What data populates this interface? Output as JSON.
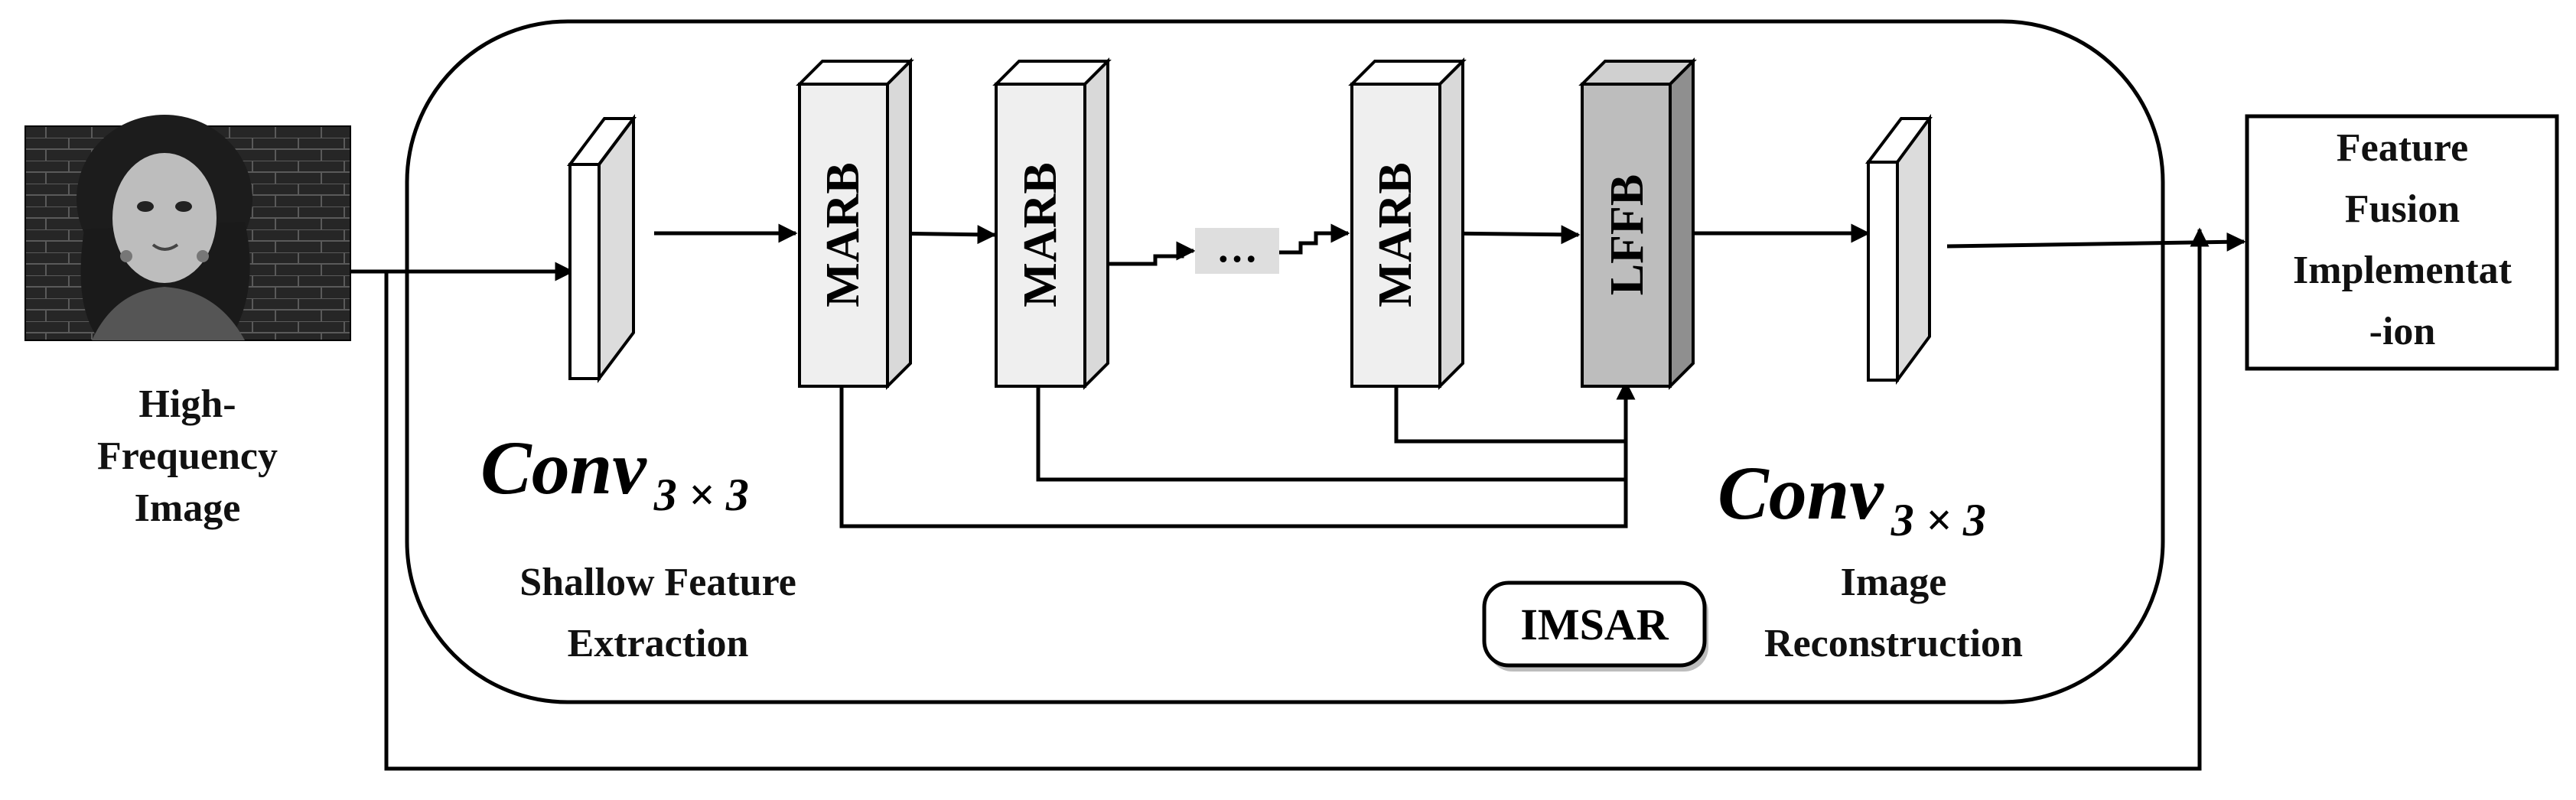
{
  "input": {
    "caption_lines": [
      "High-",
      "Frequency",
      "Image"
    ]
  },
  "shallow": {
    "conv_label": "Conv",
    "conv_sub": "3 × 3",
    "caption_lines": [
      "Shallow Feature",
      "Extraction"
    ]
  },
  "blocks": {
    "marb_label": "MARB",
    "ellipsis": "…",
    "lffb_label": "LFFB"
  },
  "reconstruction": {
    "conv_label": "Conv",
    "conv_sub": "3 × 3",
    "caption_lines": [
      "Image",
      "Reconstruction"
    ]
  },
  "module_tag": "IMSAR",
  "output": {
    "box_lines": [
      "Feature",
      "Fusion",
      "Implementat",
      "-ion"
    ]
  },
  "colors": {
    "light_block": "#efefef",
    "light_side": "#d9d9d9",
    "lffb_front": "#bdbdbd",
    "lffb_side": "#8f8f8f",
    "ellipsis_box": "#dedede",
    "stroke": "#000000"
  }
}
